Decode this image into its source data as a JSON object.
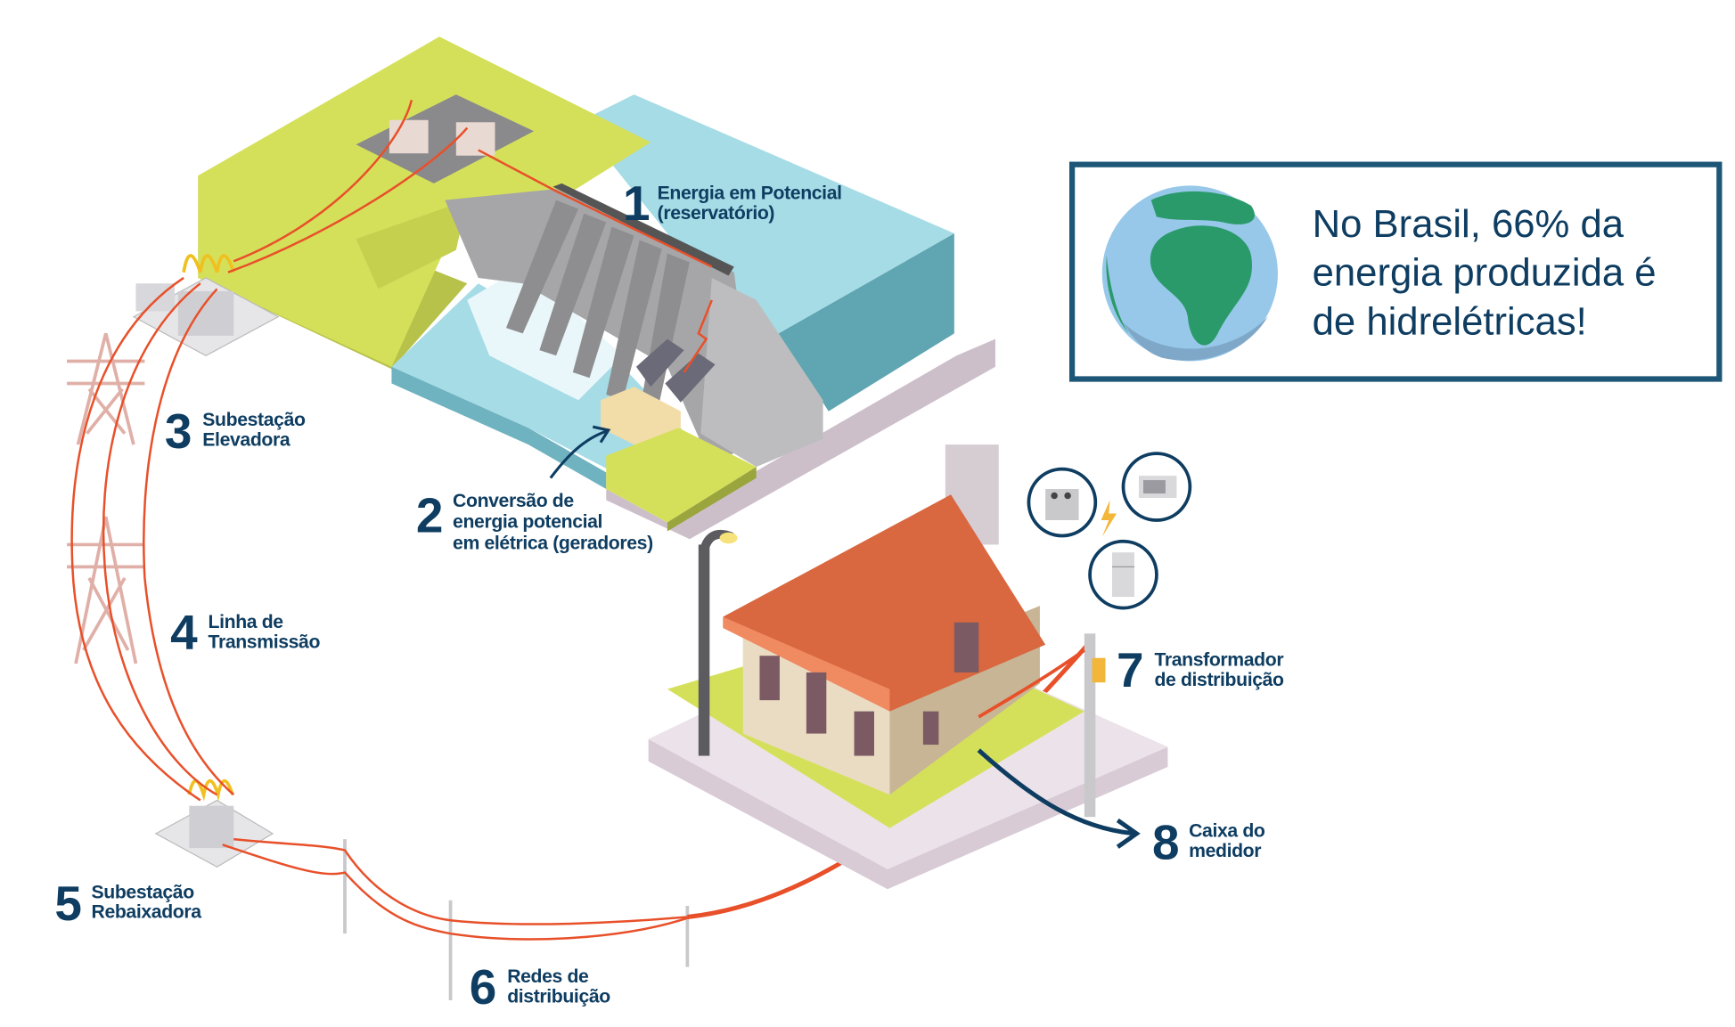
{
  "steps": [
    {
      "number": "1",
      "lines": [
        "Energia em Potencial",
        "(reservatório)"
      ]
    },
    {
      "number": "2",
      "lines": [
        "Conversão de",
        "energia potencial",
        "em elétrica (geradores)"
      ]
    },
    {
      "number": "3",
      "lines": [
        "Subestação",
        "Elevadora"
      ]
    },
    {
      "number": "4",
      "lines": [
        "Linha de",
        "Transmissão"
      ]
    },
    {
      "number": "5",
      "lines": [
        "Subestação",
        "Rebaixadora"
      ]
    },
    {
      "number": "6",
      "lines": [
        "Redes de",
        "distribuição"
      ]
    },
    {
      "number": "7",
      "lines": [
        "Transformador",
        "de distribuição"
      ]
    },
    {
      "number": "8",
      "lines": [
        "Caixa do",
        "medidor"
      ]
    }
  ],
  "fact_box": {
    "lines": [
      "No Brasil, 66% da",
      "energia produzida é",
      "de hidrelétricas!"
    ],
    "icon": "globe-icon"
  },
  "colors": {
    "text": "#0e3d61",
    "grass": "#d5e05a",
    "water": "#9fd8e2",
    "concrete": "#9c9c9e",
    "roof": "#d9673f",
    "wire": "#e8502a"
  }
}
